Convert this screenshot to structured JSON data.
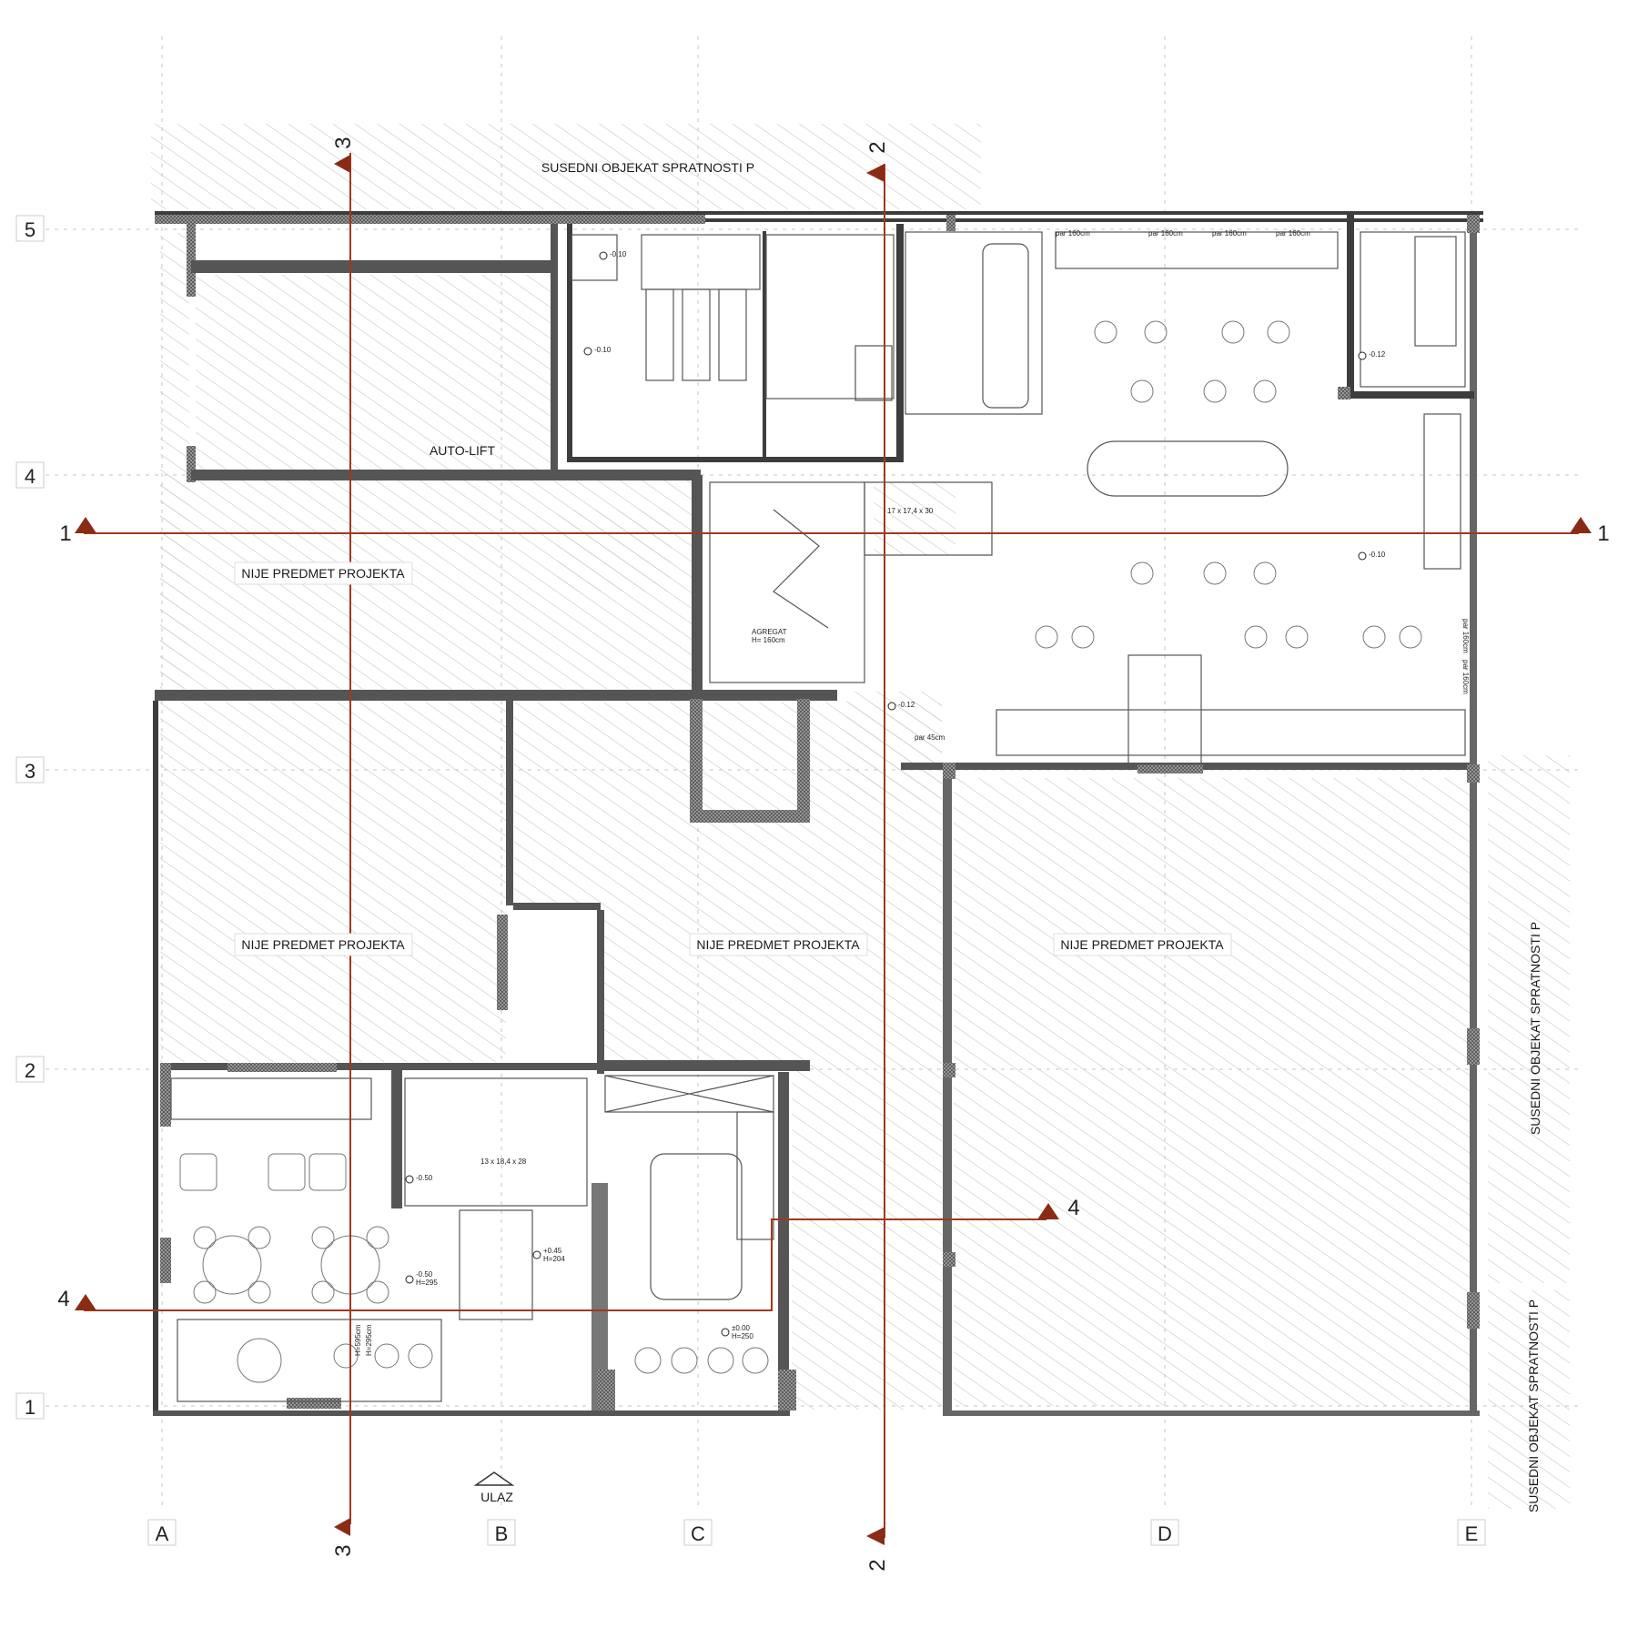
{
  "colors": {
    "section_line": "#a0381e",
    "wall": "#3a3a3a",
    "hatch": "#c8c8c8",
    "grid": "#bdbdbd"
  },
  "grid_columns": [
    "A",
    "B",
    "C",
    "D",
    "E"
  ],
  "grid_rows": [
    "5",
    "4",
    "3",
    "2",
    "1"
  ],
  "sections": {
    "s1": "1",
    "s2": "2",
    "s3": "3",
    "s4": "4"
  },
  "neighbors": {
    "top": "SUSEDNI OBJEKAT SPRATNOSTI P",
    "right": "SUSEDNI OBJEKAT SPRATNOSTI P"
  },
  "zones": {
    "z1": "NIJE PREDMET PROJEKTA",
    "z2": "NIJE PREDMET PROJEKTA",
    "z3": "NIJE PREDMET PROJEKTA",
    "z4": "NIJE PREDMET PROJEKTA"
  },
  "rooms": {
    "auto_lift": "AUTO-LIFT",
    "agregat_1": "AGREGAT",
    "agregat_2": "H= 160cm",
    "entrance": "ULAZ"
  },
  "levels": {
    "l1": "-0.10",
    "l2": "-0.10",
    "l3": "-0.12",
    "l4": "-0.10",
    "l5": "-0.12",
    "l6": "-0.50",
    "l7": "-0.50",
    "l7h": "H=295",
    "l8": "+0.45",
    "l8h": "H=204",
    "l9": "±0.00",
    "l9h": "H=250"
  },
  "notes": {
    "par1": "par 160cm",
    "par2": "par 160cm",
    "par3": "par 160cm",
    "par4": "par 160cm",
    "par5": "par 160cm",
    "par6": "par 160cm",
    "par45": "par 45cm",
    "stair1": "17 x 17,4 x 30",
    "stair2": "13 x 18,4 x 28",
    "win_h1": "H=595cm",
    "win_h2": "H=295cm"
  }
}
